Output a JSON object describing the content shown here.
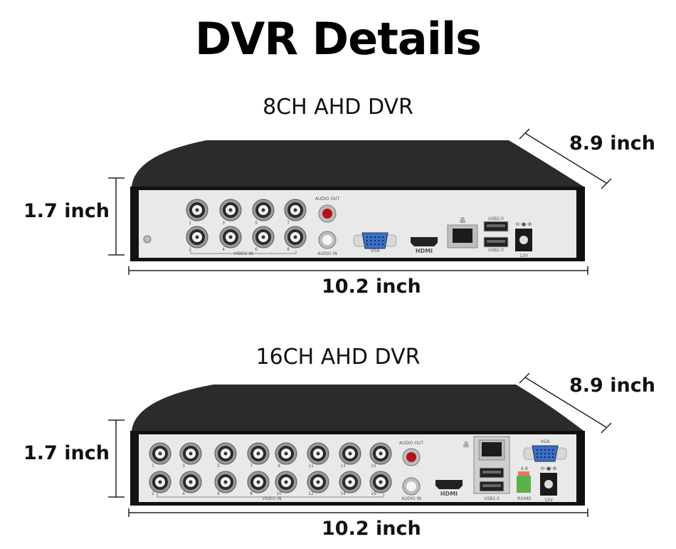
{
  "title": "DVR Details",
  "models": [
    {
      "name": "8CH AHD DVR",
      "height": "1.7 inch",
      "width": "10.2 inch",
      "depth": "8.9 inch",
      "labels": {
        "audio_out": "AUDIO OUT",
        "audio_in": "AUDIO IN",
        "video_in": "VIDEO IN",
        "vga": "VGA",
        "hdmi": "HDMI",
        "usb_top": "USB2.0",
        "usb_bottom": "USB2.0",
        "power": "12V"
      },
      "channels": [
        "1",
        "2",
        "3",
        "4",
        "5",
        "6",
        "7",
        "8"
      ]
    },
    {
      "name": "16CH AHD DVR",
      "height": "1.7 inch",
      "width": "10.2 inch",
      "depth": "8.9 inch",
      "labels": {
        "audio_out": "AUDIO OUT",
        "audio_in": "AUDIO IN",
        "video_in": "VIDEO IN",
        "vga": "VGA",
        "hdmi": "HDMI",
        "usb": "USB2.0",
        "rs485": "RS485",
        "rs485_pins": "A B",
        "power": "12V"
      },
      "channels": [
        "1",
        "2",
        "3",
        "4",
        "5",
        "6",
        "7",
        "8",
        "9",
        "10",
        "11",
        "12",
        "13",
        "14",
        "15",
        "16"
      ]
    }
  ],
  "colors": {
    "lid": "#2b2b2b",
    "panel": "#e9e9e9",
    "vga": "#3a6fc4",
    "audio_out": "#b5121b",
    "rs485": "#5bb04a"
  }
}
